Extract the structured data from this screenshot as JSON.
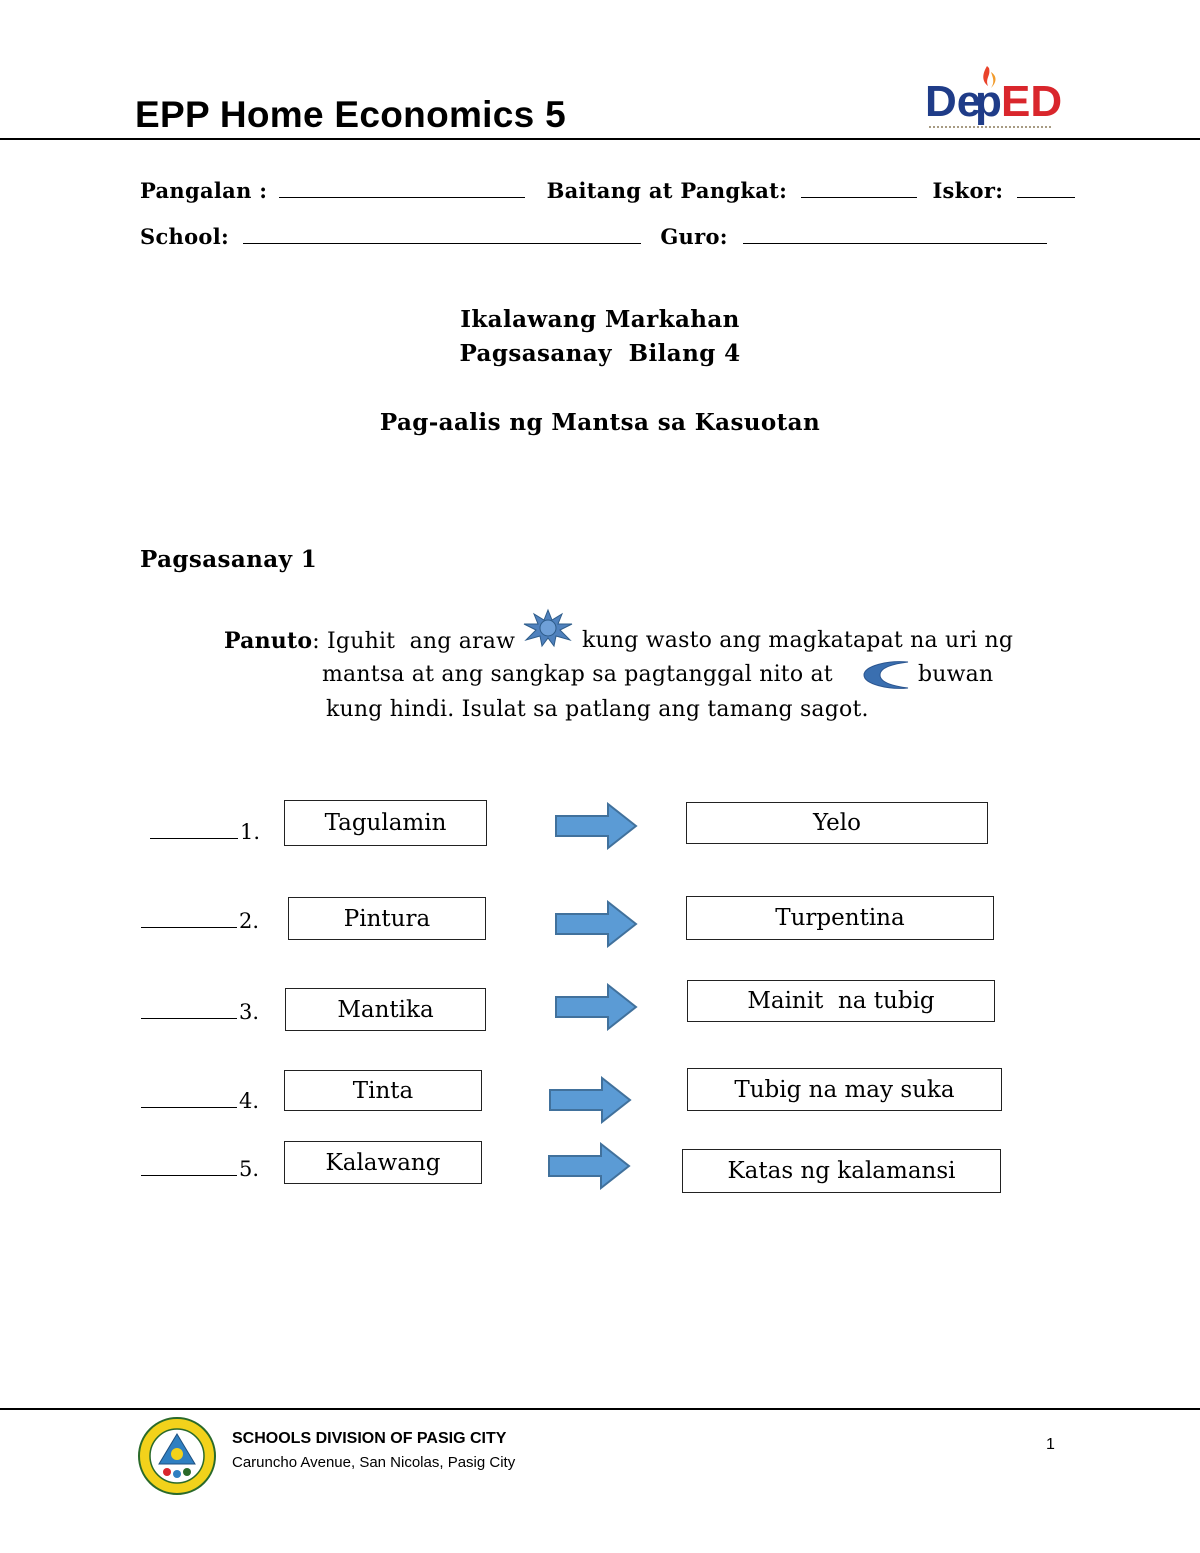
{
  "header": {
    "title": "EPP Home Economics 5",
    "logo_text": "DepED"
  },
  "form": {
    "name_label": "Pangalan :",
    "grade_label": "Baitang at Pangkat:",
    "score_label": "Iskor:",
    "school_label": "School:",
    "teacher_label": "Guro:"
  },
  "titles": {
    "quarter": "Ikalawang Markahan",
    "exercise": "Pagsasanay  Bilang 4",
    "topic": "Pag-aalis ng Mantsa sa Kasuotan"
  },
  "section": {
    "title": "Pagsasanay 1"
  },
  "instructions": {
    "label": "Panuto",
    "line1_a": ": Iguhit  ang araw",
    "line1_b": "kung wasto ang magkatapat na uri  ng",
    "line2_a": "mantsa at ang sangkap  sa pagtanggal nito at",
    "line2_b": "buwan",
    "line3": "kung hindi. Isulat sa patlang ang tamang sagot.",
    "sun_icon": "sun-icon",
    "moon_icon": "moon-icon"
  },
  "items": [
    {
      "number": "1.",
      "stain": "Tagulamin",
      "remover": "Yelo"
    },
    {
      "number": "2.",
      "stain": "Pintura",
      "remover": "Turpentina"
    },
    {
      "number": "3.",
      "stain": "Mantika",
      "remover": "Mainit  na tubig"
    },
    {
      "number": "4.",
      "stain": "Tinta",
      "remover": "Tubig na may suka"
    },
    {
      "number": "5.",
      "stain": "Kalawang",
      "remover": "Katas ng kalamansi"
    }
  ],
  "colors": {
    "arrow_fill": "#5b9bd5",
    "arrow_stroke": "#41719c",
    "sun": "#4f81bd",
    "moon": "#3a6fb0",
    "logo_red": "#d9262c",
    "logo_blue": "#1f3c88"
  },
  "footer": {
    "division": "SCHOOLS DIVISION OF PASIG CITY",
    "address": "Caruncho Avenue, San Nicolas, Pasig City",
    "page_number": "1"
  }
}
